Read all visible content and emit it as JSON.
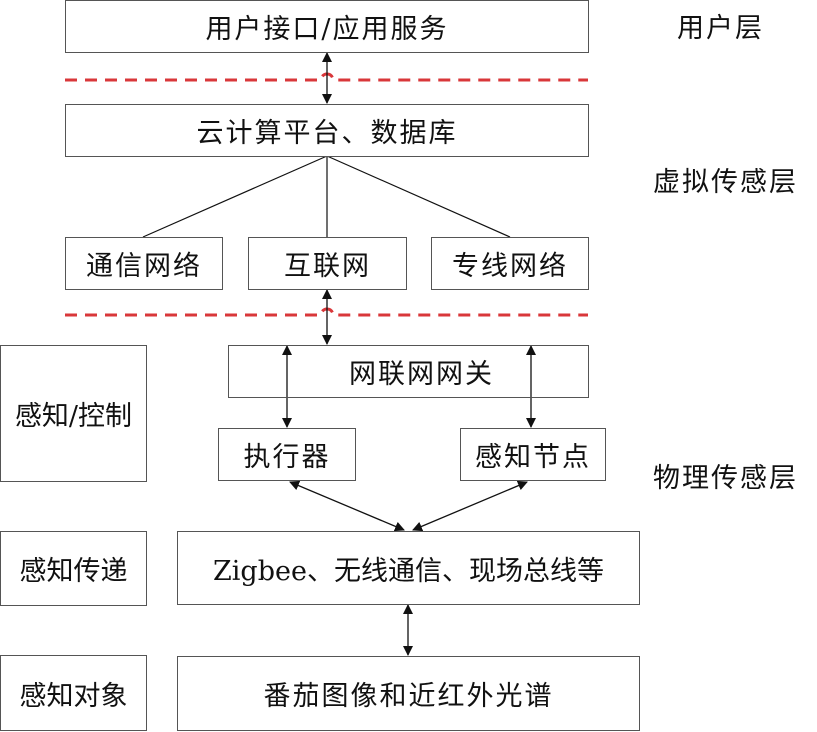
{
  "diagram": {
    "type": "layered-architecture",
    "colors": {
      "box_border": "#555555",
      "arrow": "#111111",
      "separator": "#d9373a"
    },
    "layers": [
      {
        "id": "user",
        "label": "用户层"
      },
      {
        "id": "virtual",
        "label": "虚拟传感层"
      },
      {
        "id": "physical",
        "label": "物理传感层"
      }
    ],
    "nodes": {
      "user_interface": "用户接口/应用服务",
      "cloud": "云计算平台、数据库",
      "comm_network": "通信网络",
      "internet": "互联网",
      "private_network": "专线网络",
      "gateway": "网联网网关",
      "actuator": "执行器",
      "sensor_node": "感知节点",
      "transport": "Zigbee、无线通信、现场总线等",
      "objects": "番茄图像和近红外光谱"
    },
    "side_labels": {
      "perception_control": "感知/控制",
      "perception_transfer": "感知传递",
      "perception_object": "感知对象"
    },
    "edges": [
      {
        "from": "user_interface",
        "to": "cloud",
        "kind": "bidirectional"
      },
      {
        "from": "cloud",
        "to": "comm_network",
        "kind": "line"
      },
      {
        "from": "cloud",
        "to": "internet",
        "kind": "line"
      },
      {
        "from": "cloud",
        "to": "private_network",
        "kind": "line"
      },
      {
        "from": "internet",
        "to": "gateway",
        "kind": "bidirectional"
      },
      {
        "from": "gateway",
        "to": "actuator",
        "kind": "bidirectional"
      },
      {
        "from": "gateway",
        "to": "sensor_node",
        "kind": "bidirectional"
      },
      {
        "from": "actuator",
        "to": "transport",
        "kind": "bidirectional"
      },
      {
        "from": "sensor_node",
        "to": "transport",
        "kind": "bidirectional"
      },
      {
        "from": "transport",
        "to": "objects",
        "kind": "bidirectional"
      }
    ]
  }
}
